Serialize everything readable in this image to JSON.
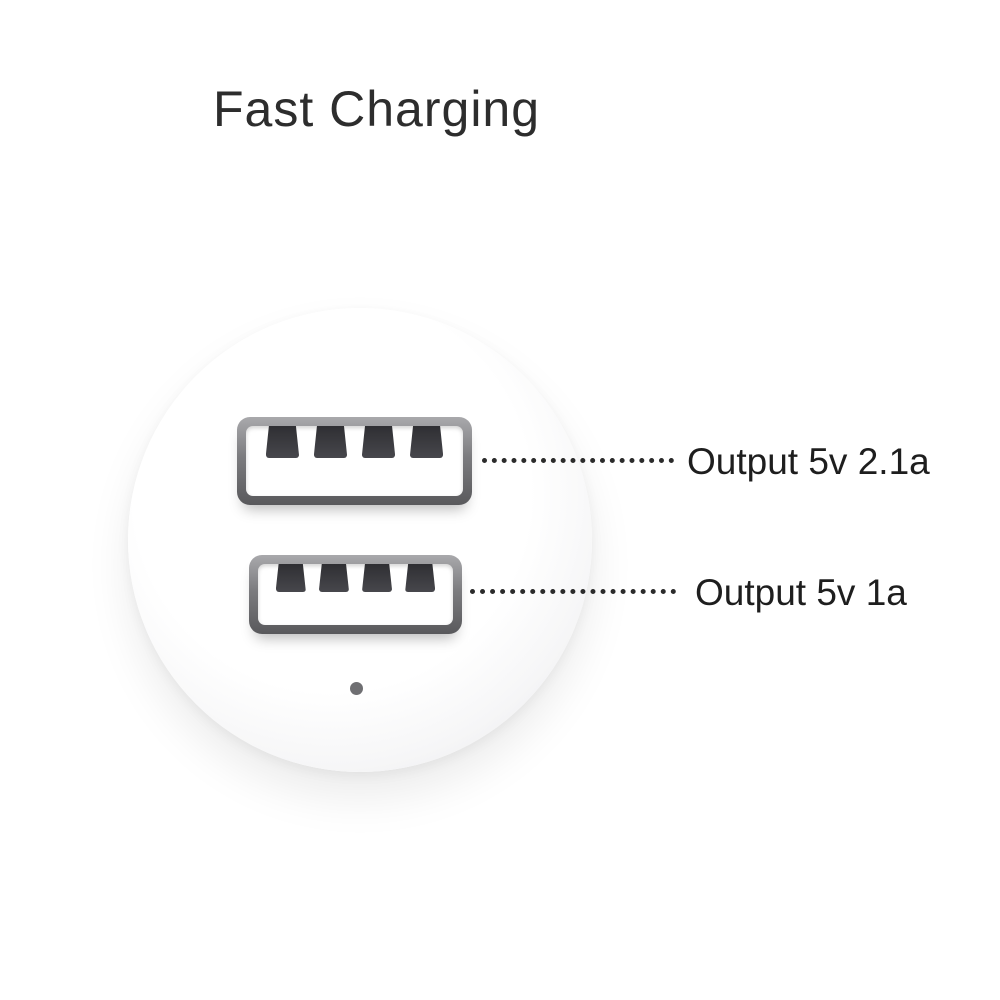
{
  "page": {
    "title": "Fast Charging"
  },
  "device": {
    "name": "dual-usb-car-charger",
    "ports": [
      {
        "name": "usb-port-top",
        "annotation": "Output 5v 2.1a"
      },
      {
        "name": "usb-port-bottom",
        "annotation": "Output 5v 1a"
      }
    ],
    "led": "status-led"
  },
  "colors": {
    "background": "#ffffff",
    "title_text": "#2d2d2d",
    "label_text": "#1e1e1e",
    "leader_line": "#2b2b2b",
    "charger_body": "#ffffff",
    "charger_edge_shade": "#d5d5d7",
    "port_frame": "#7c7c7f",
    "usb_pins": "#3a3a3e",
    "led": "#6f6f72"
  }
}
